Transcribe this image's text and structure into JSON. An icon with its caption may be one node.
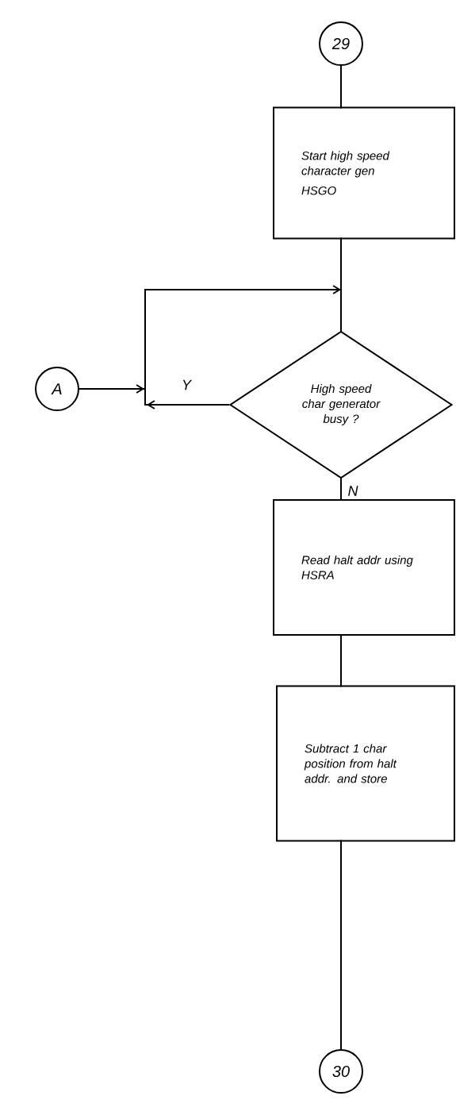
{
  "diagram": {
    "nodes": [
      {
        "text": [
          "29"
        ]
      },
      {
        "text": [
          "Start high speed character gen",
          "HSGO"
        ]
      },
      {
        "text": [
          "High speed char generator busy ?"
        ]
      },
      {
        "text": [
          "A"
        ]
      },
      {
        "text": [
          "Read halt addr using HSRA"
        ]
      },
      {
        "text": [
          "Subtract 1 char position from halt addr. and store"
        ]
      },
      {
        "text": [
          "30"
        ]
      }
    ],
    "edges": [
      {
        "from": 0,
        "to": 1,
        "arrow": "none"
      },
      {
        "from": 1,
        "to": 2,
        "arrow": "none"
      },
      {
        "from": 2,
        "to": 2,
        "arrow": "to",
        "label": "Y"
      },
      {
        "from": 3,
        "to": 2,
        "arrow": "to"
      },
      {
        "from": 2,
        "to": 4,
        "arrow": "none",
        "label": "N"
      },
      {
        "from": 4,
        "to": 5,
        "arrow": "none"
      },
      {
        "from": 5,
        "to": 6,
        "arrow": "none"
      }
    ]
  }
}
